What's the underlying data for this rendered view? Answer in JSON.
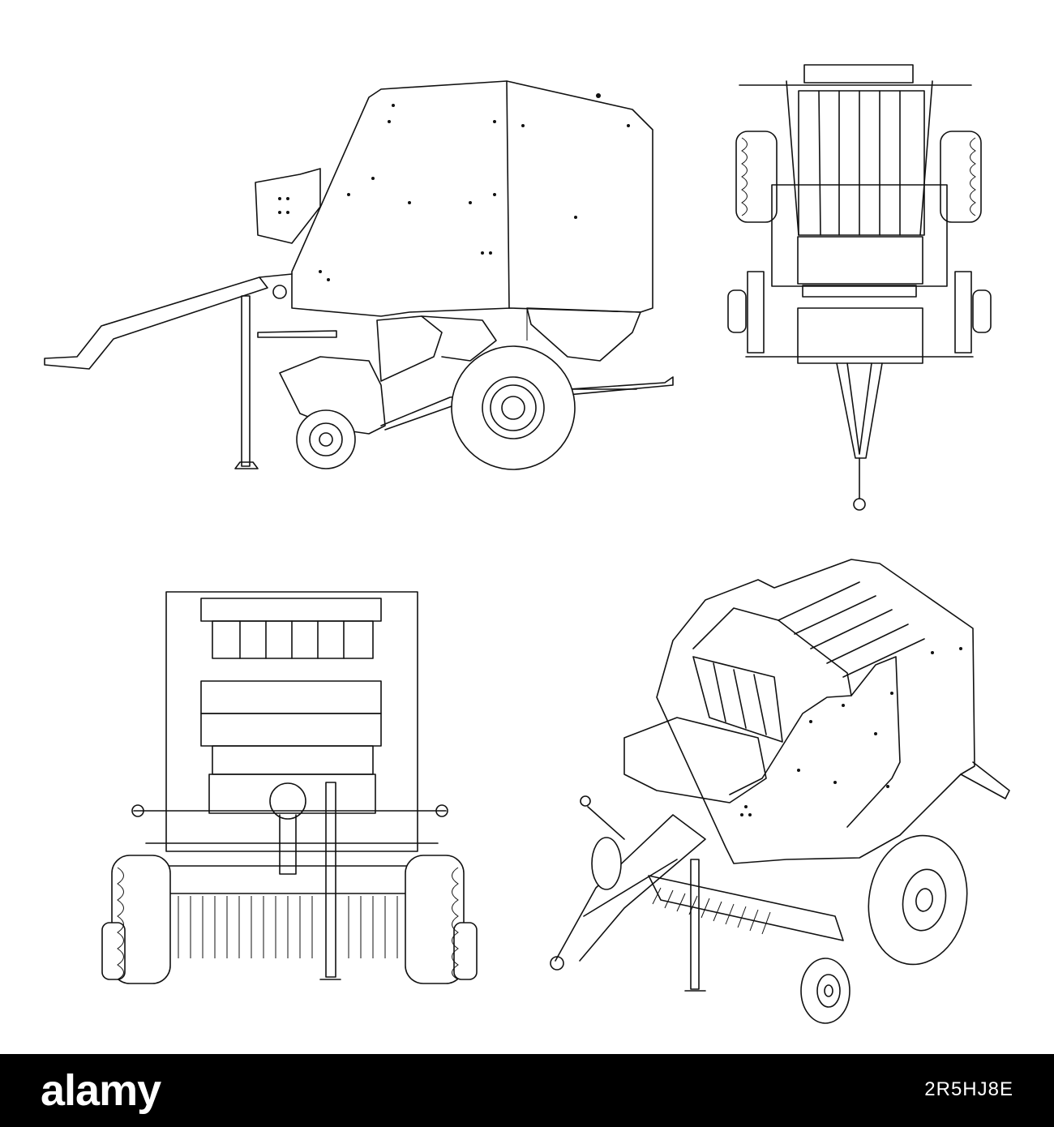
{
  "footer": {
    "brand": "alamy",
    "image_id": "2R5HJ8E"
  },
  "colors": {
    "background": "#ffffff",
    "footer_background": "#000000",
    "line": "#111111",
    "footer_text": "#ffffff"
  },
  "views": [
    "side-view",
    "top-view",
    "front-view",
    "perspective-view"
  ]
}
